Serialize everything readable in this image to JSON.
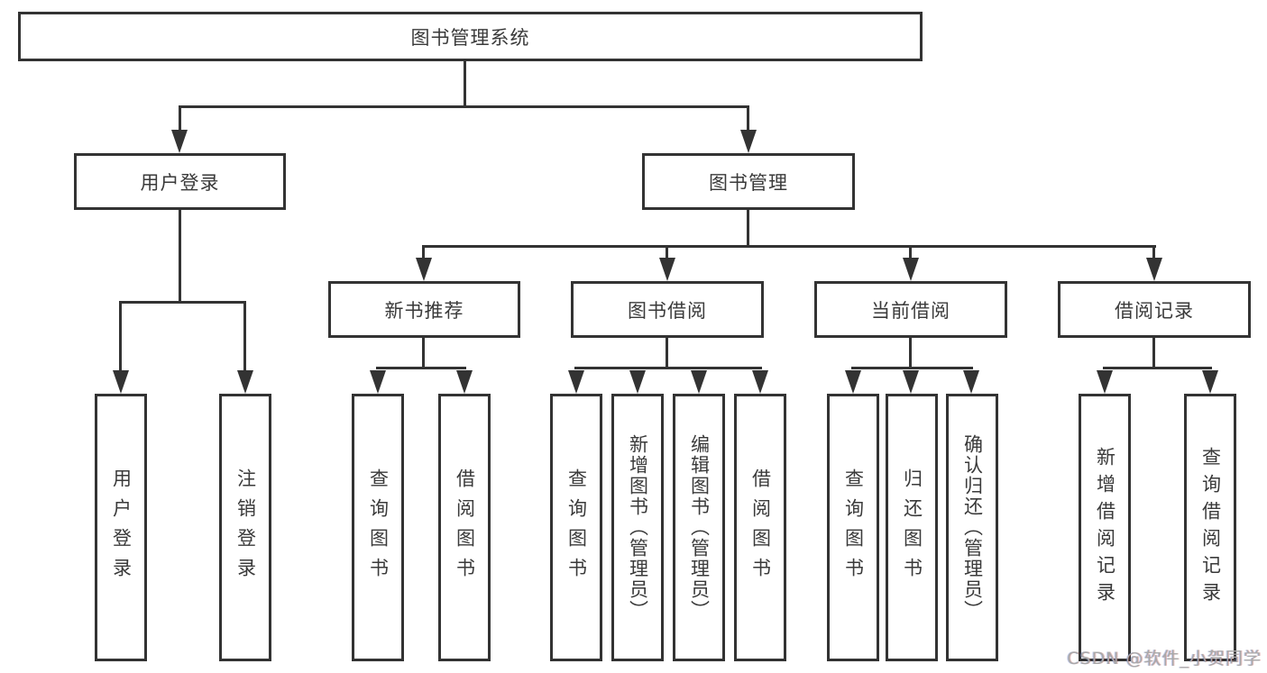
{
  "diagram": {
    "root": {
      "label": "图书管理系统"
    },
    "level2": [
      {
        "label": "用户登录"
      },
      {
        "label": "图书管理"
      }
    ],
    "level3": [
      {
        "label": "新书推荐"
      },
      {
        "label": "图书借阅"
      },
      {
        "label": "当前借阅"
      },
      {
        "label": "借阅记录"
      }
    ],
    "leaves": {
      "user_login": [
        "用户登录",
        "注销登录"
      ],
      "new_books": [
        "查询图书",
        "借阅图书"
      ],
      "book_borrow": [
        "查询图书",
        "新增图书（管理员）",
        "编辑图书（管理员）",
        "借阅图书"
      ],
      "current_borrow": [
        "查询图书",
        "归还图书",
        "确认归还（管理员）"
      ],
      "borrow_records": [
        "新增借阅记录",
        "查询借阅记录"
      ]
    },
    "line_color": "#333333"
  },
  "watermark": {
    "text": "CSDN @软件_小贺同学"
  }
}
